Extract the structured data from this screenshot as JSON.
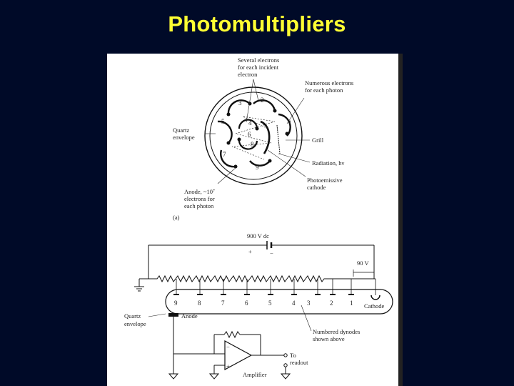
{
  "slide": {
    "title": "Photomultipliers"
  },
  "figure_a": {
    "panel_label": "(a)",
    "label_several": [
      "Several electrons",
      "for each incident",
      "electron"
    ],
    "label_numerous": [
      "Numerous electrons",
      "for each photon"
    ],
    "label_quartz": [
      "Quartz",
      "envelope"
    ],
    "label_grill": "Grill",
    "label_radiation": "Radiation, hν",
    "label_photoemissive": [
      "Photoemissive",
      "cathode"
    ],
    "label_anode": [
      "Anode, ~10⁷",
      "electrons for",
      "each photon"
    ],
    "dynode_numbers": [
      "1",
      "2",
      "3",
      "4",
      "5",
      "6",
      "7",
      "8",
      "9"
    ]
  },
  "figure_b": {
    "voltage_supply": "900 V dc",
    "plus_sign": "+",
    "minus_sign": "−",
    "step_voltage": "90 V",
    "dynode_numbers": [
      "9",
      "8",
      "7",
      "6",
      "5",
      "4",
      "3",
      "2",
      "1"
    ],
    "label_cathode": "Cathode",
    "label_anode": "Anode",
    "label_quartz": [
      "Quartz",
      "envelope"
    ],
    "label_numbered": [
      "Numbered dynodes",
      "shown above"
    ],
    "label_to_readout": [
      "To",
      "readout"
    ],
    "label_amplifier": "Amplifier",
    "amp_minus": "−",
    "amp_plus": "+"
  }
}
